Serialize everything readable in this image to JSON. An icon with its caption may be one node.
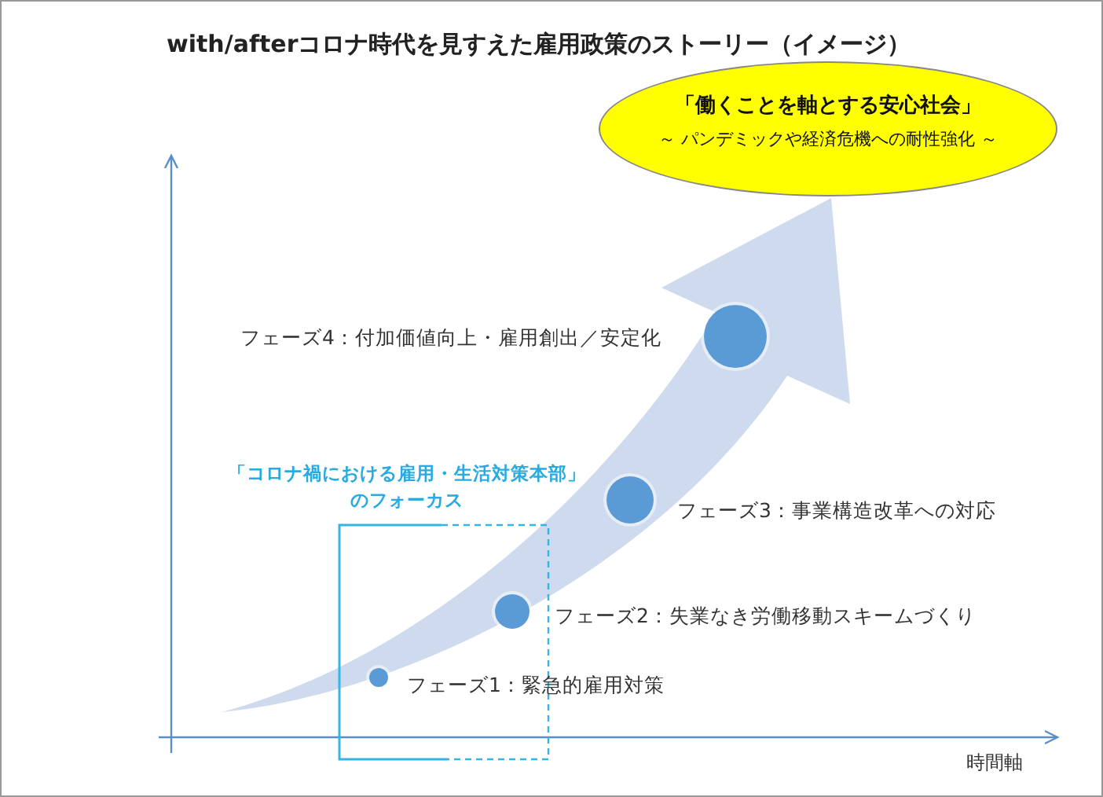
{
  "diagram": {
    "title": "with/afterコロナ時代を見すえた雇用政策のストーリー（イメージ）",
    "nodes": [
      {
        "text": [
          "「働くことを軸とする安心社会」",
          "～ パンデミックや経済危機への耐性強化 ～"
        ]
      },
      {
        "text": [],
        "shape": "circle",
        "beside": [
          "フェーズ4：付加価値向上・雇用創出／安定化"
        ]
      },
      {
        "text": [
          "「コロナ禍における雇用・生活対策本部」のフォーカス"
        ]
      },
      {
        "text": [],
        "shape": "circle",
        "beside": [
          "フェーズ3：事業構造改革への対応"
        ]
      },
      {
        "text": [],
        "shape": "circle",
        "in": 2,
        "beside": [
          "フェーズ2：失業なき労働移動スキームづくり"
        ]
      },
      {
        "text": [],
        "shape": "circle",
        "in": 2,
        "beside": [
          "フェーズ1：緊急的雇用対策"
        ]
      }
    ],
    "edges": [],
    "labels": [
      "時間軸"
    ]
  }
}
